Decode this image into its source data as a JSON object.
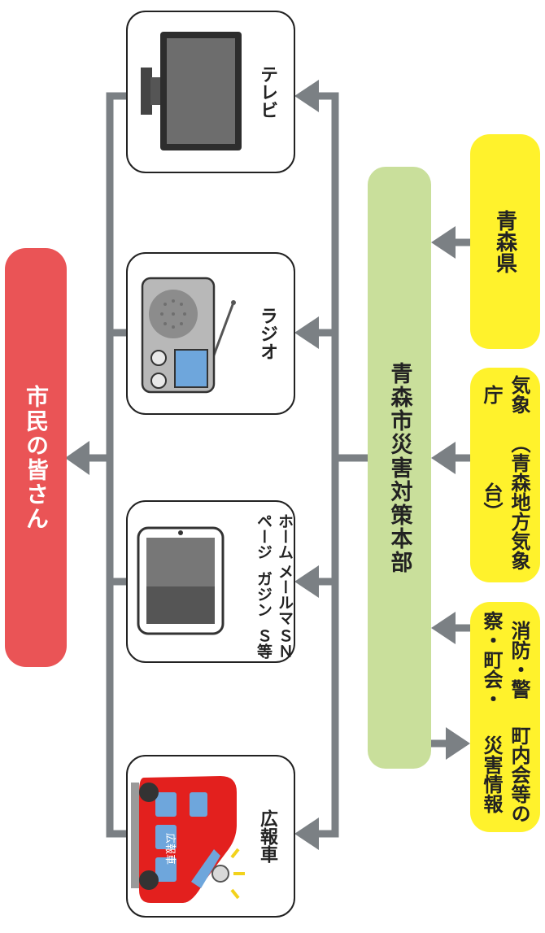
{
  "sources": {
    "prefecture": "青森県",
    "met_agency": "気象庁",
    "met_agency_sub": "（青森地方気象台）",
    "fire_police_line1": "消防・警察・町会・",
    "fire_police_line2": "町内会等の災害情報"
  },
  "hq": "青森市災害対策本部",
  "channels": {
    "tv": "テレビ",
    "radio": "ラジオ",
    "web_line1": "ホームページ",
    "web_line2": "メールマガジン",
    "web_line3": "ＳＮＳ等",
    "car": "広報車",
    "car_body_label": "広報車"
  },
  "citizens": "市民の皆さん",
  "colors": {
    "yellow": "#fff22c",
    "green": "#c9df9b",
    "red": "#ea5456",
    "arrow": "#7b8084"
  }
}
